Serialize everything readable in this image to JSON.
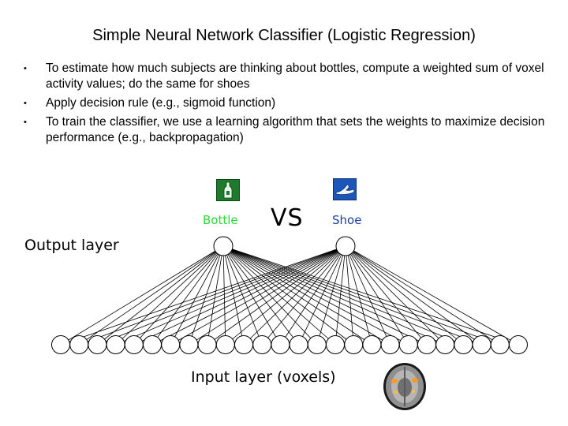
{
  "slide": {
    "title": "Simple Neural Network Classifier (Logistic Regression)",
    "bullets": [
      "To estimate how much subjects are thinking about bottles, compute a weighted sum of voxel activity values; do the same for shoes",
      "Apply decision rule (e.g., sigmoid function)",
      "To train the classifier, we use a learning algorithm that sets the weights to maximize decision performance (e.g., backpropagation)"
    ]
  },
  "network": {
    "output_nodes": [
      {
        "label": "Bottle",
        "color": "#2fd83a",
        "icon": "bottle-icon"
      },
      {
        "label": "Shoe",
        "color": "#1c3f9c",
        "icon": "shoe-icon"
      }
    ],
    "vs_text": "VS",
    "output_layer_label": "Output layer",
    "input_layer_label": "Input layer (voxels)",
    "input_node_count": 26,
    "fully_connected": true,
    "brain_icon": "brain-scan-icon"
  }
}
